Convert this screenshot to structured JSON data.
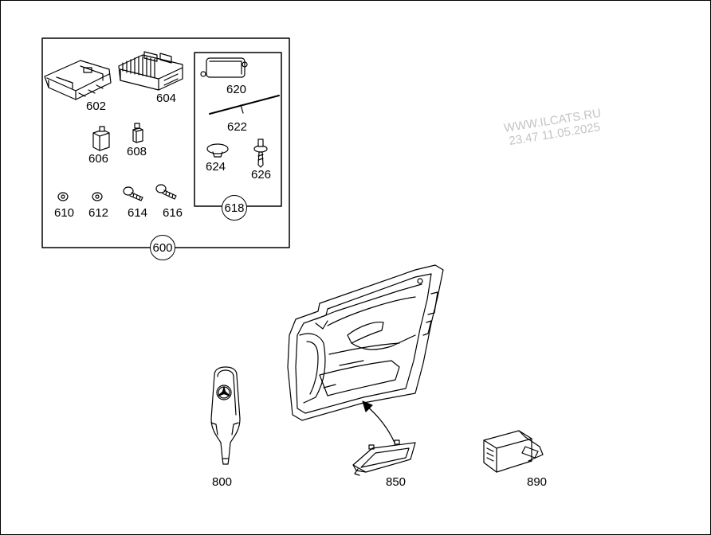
{
  "group_box": {
    "label": "600"
  },
  "sub_box": {
    "label": "618"
  },
  "parts": {
    "p602": "602",
    "p604": "604",
    "p606": "606",
    "p608": "608",
    "p610": "610",
    "p612": "612",
    "p614": "614",
    "p616": "616",
    "p620": "620",
    "p622": "622",
    "p624": "624",
    "p626": "626",
    "p800": "800",
    "p850": "850",
    "p890": "890"
  },
  "watermark": {
    "line1": "WWW.ILCATS.RU",
    "line2": "23.47 11.05.2025"
  },
  "colors": {
    "stroke": "#000000",
    "watermark": "#c4c4c4",
    "background": "#ffffff"
  }
}
